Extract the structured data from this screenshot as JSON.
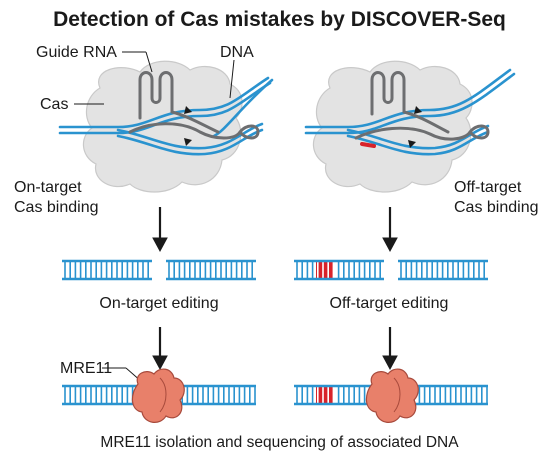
{
  "title": "Detection of Cas mistakes by DISCOVER-Seq",
  "labels": {
    "guide_rna": "Guide RNA",
    "dna": "DNA",
    "cas": "Cas",
    "on_target_binding_line1": "On-target",
    "on_target_binding_line2": "Cas binding",
    "off_target_binding_line1": "Off-target",
    "off_target_binding_line2": "Cas binding",
    "on_target_editing": "On-target editing",
    "off_target_editing": "Off-target editing",
    "mre11": "MRE11",
    "caption": "MRE11 isolation and sequencing of associated DNA"
  },
  "colors": {
    "dna_blue": "#2a93cf",
    "cas_gray": "#e3e3e3",
    "rna_gray": "#6d6e70",
    "mismatch_red": "#d8232a",
    "mre11_salmon": "#e8806a",
    "mre11_outline": "#a84a3c",
    "arrow_black": "#1a1a1a"
  }
}
